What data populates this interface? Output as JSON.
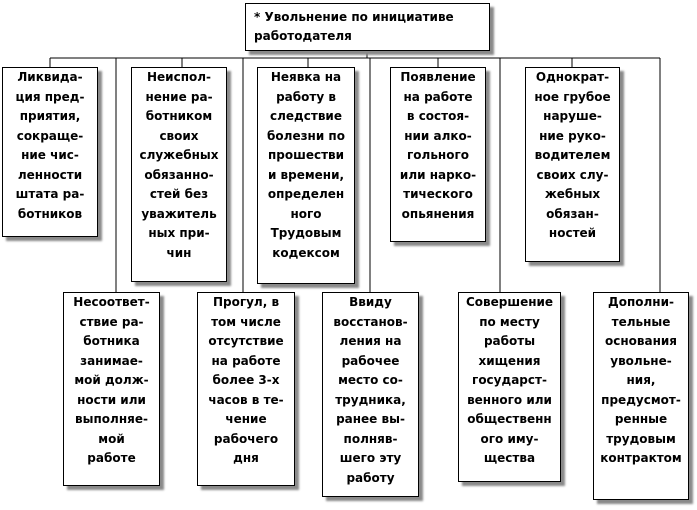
{
  "root": {
    "label": "* Увольнение по инициативе\nработодателя"
  },
  "top_row": [
    {
      "label": "Ликвида-\nция пред-\nприятия,\nсокраще-\nние чис-\nленности\nштата ра-\nботников"
    },
    {
      "label": "Неиспол-\nнение ра-\nботником\nсвоих\nслужебных\nобязанно-\nстей без\nуважитель\nных при-\nчин"
    },
    {
      "label": "Неявка на\nработу в\nследствие\nболезни по\nпрошестви\nи времени,\nопределен\nного\nТрудовым\nкодексом"
    },
    {
      "label": "Появление\nна работе\nв состоя-\nнии алко-\nгольного\nили нарко-\nтического\nопьянения"
    },
    {
      "label": "Однократ-\nное грубое\nнаруше-\nние руко-\nводителем\nсвоих слу-\nжебных\nобязан-\nностей"
    }
  ],
  "bottom_row": [
    {
      "label": "Несоответ-\nствие ра-\nботника\nзанимае-\nмой долж-\nности или\nвыполняе-\nмой\nработе"
    },
    {
      "label": "Прогул, в\nтом числе\nотсутствие\nна работе\nболее 3-х\nчасов в те-\nчение\nрабочего\nдня"
    },
    {
      "label": "Ввиду\nвосстанов-\nления на\nрабочее\nместо со-\nтрудника,\nранее вы-\nполняв-\nшего эту\nработу"
    },
    {
      "label": "Совершение\nпо месту\nработы\nхищения\nгосударст-\nвенного или\nобщественн\nого иму-\nщества"
    },
    {
      "label": "Дополни-\nтельные\nоснования\nувольне-\nния,\nпредусмот-\nренные\nтрудовым\nконтрактом"
    }
  ]
}
